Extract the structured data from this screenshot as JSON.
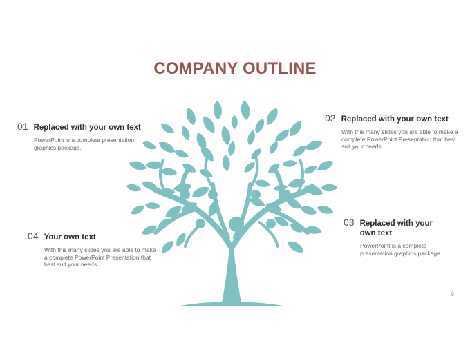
{
  "slide": {
    "title": "COMPANY OUTLINE",
    "page_number": "9",
    "tree_color": "#7ec1c3",
    "title_color": "#9b5353"
  },
  "items": [
    {
      "num": "01",
      "label": "Replaced with your own text",
      "desc": "PowerPoint is a complete presentation graphics package."
    },
    {
      "num": "02",
      "label": "Replaced with your own text",
      "desc": "With this many slides you are able to make a complete PowerPoint Presentation that best suit your needs."
    },
    {
      "num": "03",
      "label": "Replaced with your own text",
      "desc": "PowerPoint is a complete presentation graphics package."
    },
    {
      "num": "04",
      "label": "Your own text",
      "desc": "With this many slides you are able to make a complete PowerPoint Presentation that best suit your needs."
    }
  ]
}
